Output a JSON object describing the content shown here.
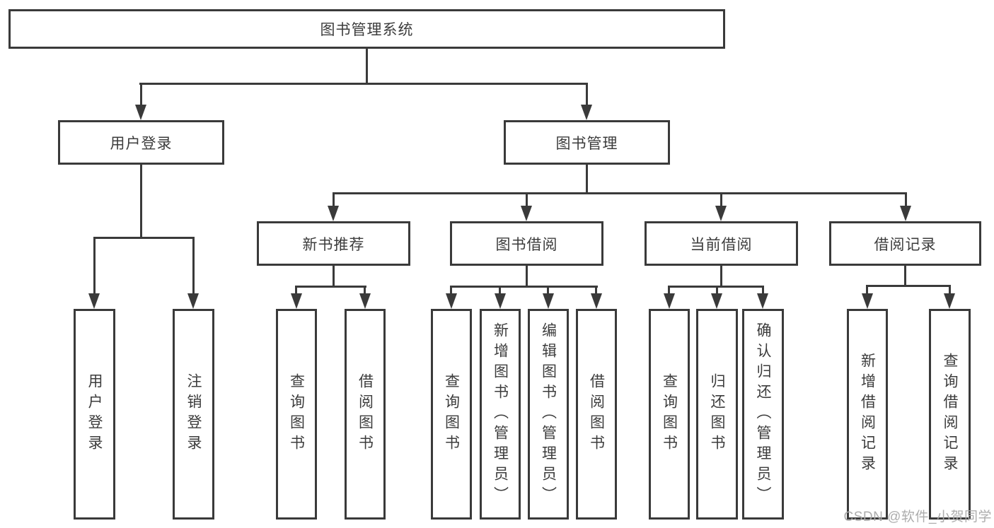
{
  "tree": {
    "root": "图书管理系统",
    "user": {
      "label": "用户登录",
      "leaves": [
        "用户登录",
        "注销登录"
      ]
    },
    "book": {
      "label": "图书管理",
      "sections": [
        {
          "label": "新书推荐",
          "leaves": [
            "查询图书",
            "借阅图书"
          ]
        },
        {
          "label": "图书借阅",
          "leaves": [
            "查询图书",
            "新增图书（管理员）",
            "编辑图书（管理员）",
            "借阅图书"
          ]
        },
        {
          "label": "当前借阅",
          "leaves": [
            "查询图书",
            "归还图书",
            "确认归还（管理员）"
          ]
        },
        {
          "label": "借阅记录",
          "leaves": [
            "新增借阅记录",
            "查询借阅记录"
          ]
        }
      ]
    }
  },
  "watermark": "CSDN @软件_小贺同学",
  "colors": {
    "line": "#3a3a3a",
    "text": "#3c3c3c",
    "watermark": "#a9a9a9",
    "background": "#ffffff"
  }
}
